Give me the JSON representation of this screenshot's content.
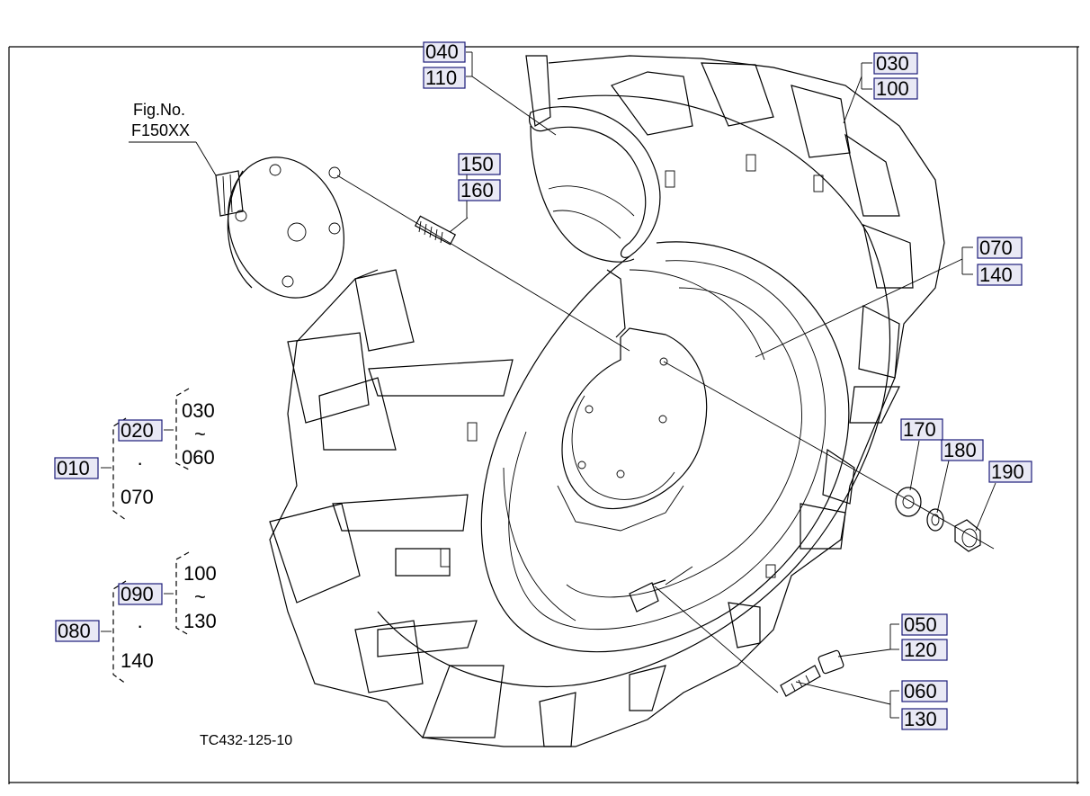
{
  "figure_ref": {
    "label": "Fig.No.",
    "code": "F150XX"
  },
  "drawing_code": "TC432-125-10",
  "cut_off_label": "040",
  "callouts": [
    {
      "id": "c040b",
      "text": "040"
    },
    {
      "id": "c110",
      "text": "110"
    },
    {
      "id": "c030a",
      "text": "030"
    },
    {
      "id": "c100a",
      "text": "100"
    },
    {
      "id": "c150",
      "text": "150"
    },
    {
      "id": "c160",
      "text": "160"
    },
    {
      "id": "c070a",
      "text": "070"
    },
    {
      "id": "c140a",
      "text": "140"
    },
    {
      "id": "c170",
      "text": "170"
    },
    {
      "id": "c180",
      "text": "180"
    },
    {
      "id": "c190",
      "text": "190"
    },
    {
      "id": "c050",
      "text": "050"
    },
    {
      "id": "c120",
      "text": "120"
    },
    {
      "id": "c060a",
      "text": "060"
    },
    {
      "id": "c130a",
      "text": "130"
    }
  ],
  "assembly_group_1": {
    "parent": "010",
    "sub": "020",
    "range_from": "030",
    "range_to": "060",
    "extra": "070",
    "range_sep": "~",
    "dot": "·"
  },
  "assembly_group_2": {
    "parent": "080",
    "sub": "090",
    "range_from": "100",
    "range_to": "130",
    "extra": "140",
    "range_sep": "~",
    "dot": "·"
  }
}
